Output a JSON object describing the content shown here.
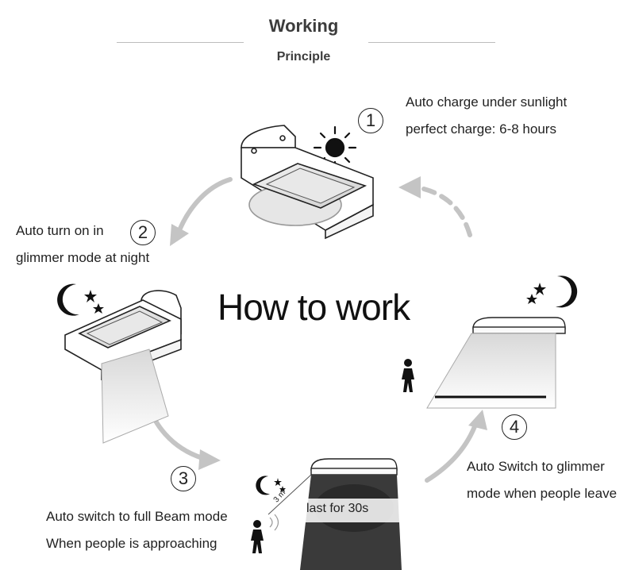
{
  "header": {
    "title": "Working",
    "subtitle": "Principle"
  },
  "center_label": "How to work",
  "steps": [
    {
      "number": "1",
      "lines": [
        "Auto charge under sunlight",
        "perfect charge: 6-8 hours"
      ]
    },
    {
      "number": "2",
      "lines": [
        "Auto turn on in",
        "glimmer mode at night"
      ]
    },
    {
      "number": "3",
      "lines": [
        "Auto switch to full Beam mode",
        "When people is approaching"
      ]
    },
    {
      "number": "4",
      "lines": [
        "Auto Switch to glimmer",
        "mode when people leave"
      ]
    }
  ],
  "annotations": {
    "duration": "last for 30s",
    "distance": "3 m"
  },
  "colors": {
    "arrow": "#c4c4c4",
    "text": "#222222",
    "rule": "#bdbdbd"
  },
  "icons": [
    "sun-icon",
    "moon-stars-icon",
    "person-icon",
    "solar-lamp-icon",
    "cycle-arrow-icon"
  ]
}
